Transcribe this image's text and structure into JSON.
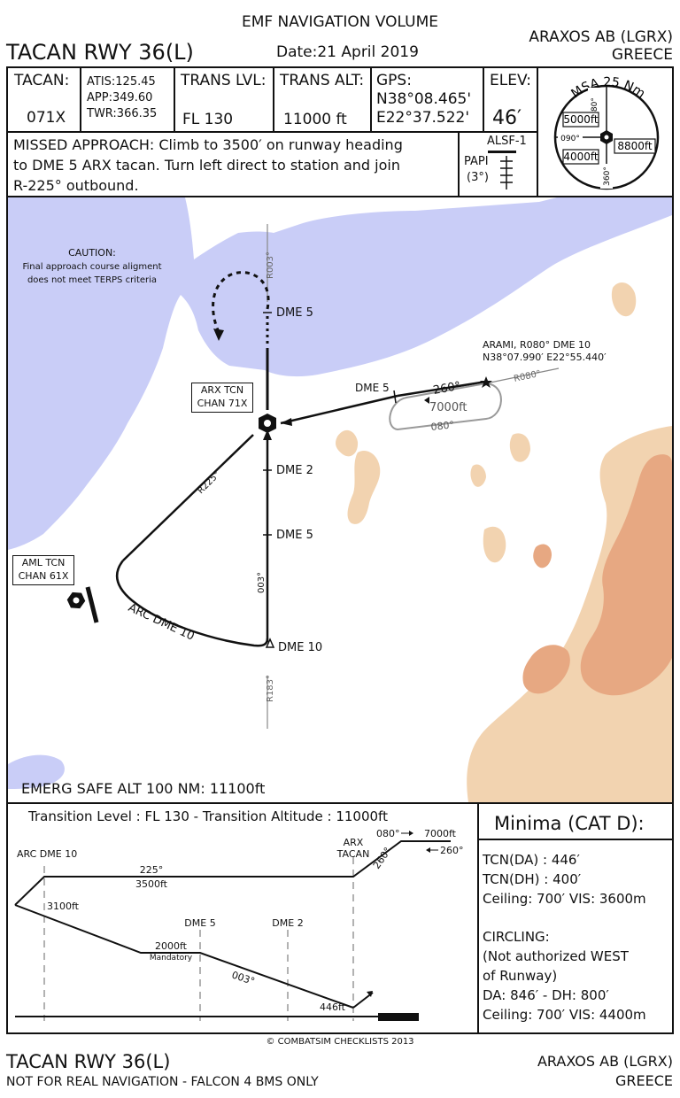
{
  "header": {
    "volume": "EMF NAVIGATION VOLUME",
    "procedure": "TACAN RWY 36(L)",
    "date": "Date:21 April 2019",
    "airport": "ARAXOS AB (LGRX)",
    "country": "GREECE"
  },
  "info": {
    "tacan_label": "TACAN:",
    "tacan_channel": "071X",
    "atis": "ATIS:125.45",
    "app": "APP:349.60",
    "twr": "TWR:366.35",
    "trans_lvl_label": "TRANS LVL:",
    "trans_lvl": "FL 130",
    "trans_alt_label": "TRANS ALT:",
    "trans_alt": "11000 ft",
    "gps_label": "GPS:",
    "gps_lat": "N38°08.465'",
    "gps_lon": "E22°37.522'",
    "elev_label": "ELEV:",
    "elev": "46′"
  },
  "missed": {
    "line1": "MISSED APPROACH: Climb to 3500′ on runway heading",
    "line2": "to DME 5 ARX tacan. Turn left direct to station and join",
    "line3": "R-225° outbound."
  },
  "lighting": {
    "alsf": "ALSF-1",
    "papi": "PAPI",
    "papi_angle": "(3°)"
  },
  "msa": {
    "title": "MSA 25 Nm",
    "north_alt": "5000ft",
    "east_alt": "8800ft",
    "south_alt": "4000ft",
    "radial_north": "180°",
    "radial_west": "090°",
    "radial_south": "360°"
  },
  "plan": {
    "caution_title": "CAUTION:",
    "caution_line1": "Final approach course aligment",
    "caution_line2": "does not meet TERPS criteria",
    "r003": "R003°",
    "dme5_upper": "DME 5",
    "arx_tcn_line1": "ARX TCN",
    "arx_tcn_line2": "CHAN 71X",
    "arami_line1": "ARAMI, R080° DME 10",
    "arami_line2": "N38°07.990′ E22°55.440′",
    "r080": "R080°",
    "dme5_hold": "DME 5",
    "hold_in": "260°",
    "hold_alt": "7000ft",
    "hold_out": "080°",
    "r225": "R225°",
    "dme2": "DME 2",
    "dme5_lower": "DME 5",
    "course_003": "003°",
    "aml_tcn_line1": "AML TCN",
    "aml_tcn_line2": "CHAN 61X",
    "arc": "ARC DME 10",
    "dme10": "DME 10",
    "r183": "R183°",
    "emerg": "EMERG SAFE ALT 100 NM: 11100ft"
  },
  "profile": {
    "trans_line": "Transition Level : FL 130  -  Transition Altitude : 11000ft",
    "arc_dme10": "ARC DME 10",
    "arx_line1": "ARX",
    "arx_line2": "TACAN",
    "hdg080": "080°",
    "alt7000": "7000ft",
    "hdg260_top": "260°",
    "hdg260_diag": "260°",
    "hdg225": "225°",
    "alt3500": "3500ft",
    "alt3100": "3100ft",
    "dme5": "DME 5",
    "dme2": "DME 2",
    "alt2000": "2000ft",
    "mandatory": "Mandatory",
    "hdg003": "003°",
    "alt446": "446ft"
  },
  "minima": {
    "title": "Minima (CAT D):",
    "tcn_da": "TCN(DA) : 446′",
    "tcn_dh": "TCN(DH) : 400′",
    "ceiling1": "Ceiling: 700′ VIS: 3600m",
    "circling": "CIRCLING:",
    "not_auth1": "(Not authorized WEST",
    "not_auth2": "of Runway)",
    "da_dh": "DA: 846′ - DH: 800′",
    "ceiling2": "Ceiling: 700′ VIS: 4400m"
  },
  "footer": {
    "copyright": "© COMBATSIM CHECKLISTS 2013",
    "procedure": "TACAN RWY 36(L)",
    "disclaimer": "NOT FOR REAL NAVIGATION - FALCON 4 BMS ONLY",
    "airport": "ARAXOS AB (LGRX)",
    "country": "GREECE"
  },
  "colors": {
    "water": "#c9cdf7",
    "terrain_low": "#f2d3b0",
    "terrain_high": "#e7a882",
    "ink": "#111111",
    "hold_gray": "#999999"
  }
}
